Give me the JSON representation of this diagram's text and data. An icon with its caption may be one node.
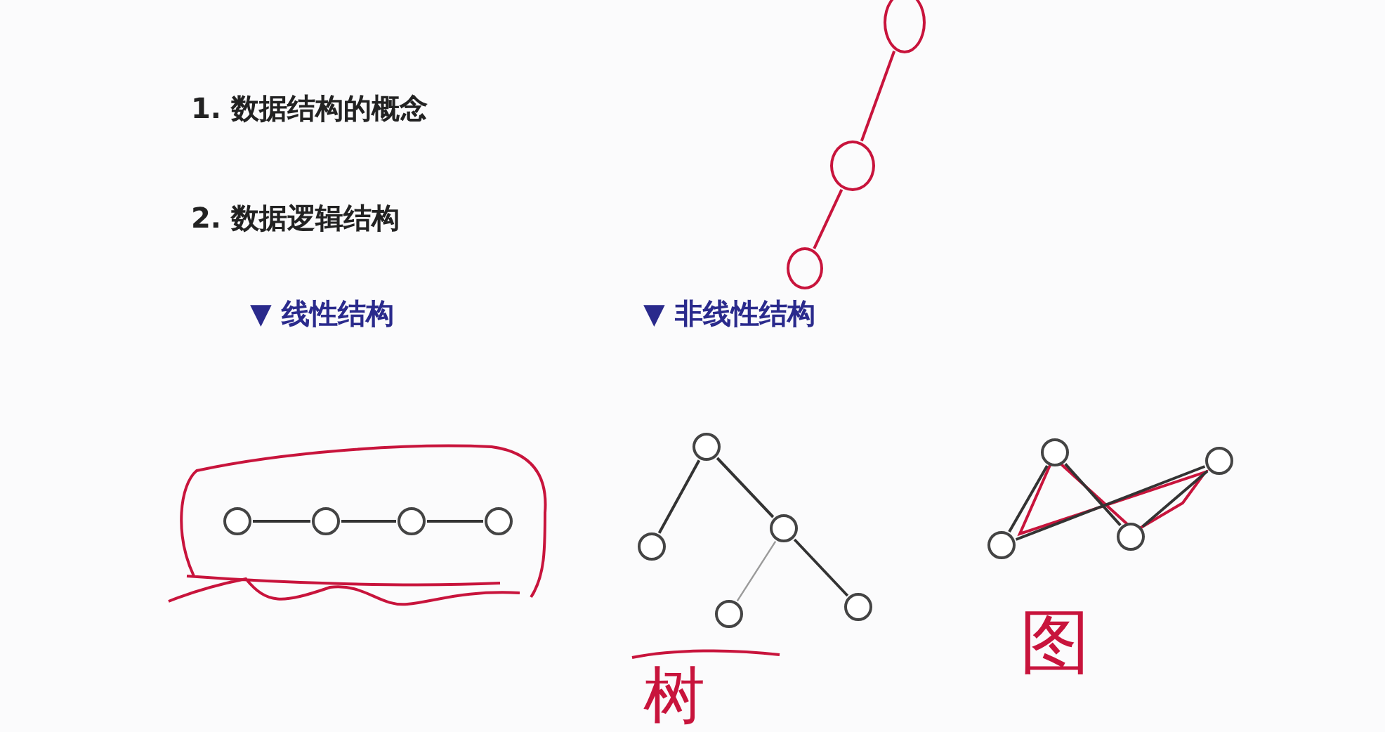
{
  "diagram": {
    "nodes": [
      {
        "text": [],
        "shape": "circle"
      },
      {
        "text": [],
        "shape": "circle"
      },
      {
        "text": [],
        "shape": "circle"
      },
      {
        "text": [],
        "shape": "circle"
      },
      {
        "text": [],
        "shape": "circle"
      },
      {
        "text": [],
        "shape": "circle"
      },
      {
        "text": [],
        "shape": "circle"
      },
      {
        "text": [],
        "shape": "circle"
      },
      {
        "text": [],
        "shape": "circle"
      },
      {
        "text": [],
        "shape": "circle"
      },
      {
        "text": [],
        "shape": "circle"
      },
      {
        "text": [],
        "shape": "circle"
      },
      {
        "text": [],
        "shape": "circle"
      },
      {
        "text": [],
        "shape": "circle"
      },
      {
        "text": [],
        "shape": "circle"
      },
      {
        "text": [],
        "shape": "circle"
      }
    ],
    "edges": [
      {
        "from": 0,
        "to": 1,
        "arrow": "none"
      },
      {
        "from": 1,
        "to": 2,
        "arrow": "none"
      },
      {
        "from": 2,
        "to": 3,
        "arrow": "none"
      },
      {
        "from": 4,
        "to": 5,
        "arrow": "none"
      },
      {
        "from": 4,
        "to": 6,
        "arrow": "none"
      },
      {
        "from": 6,
        "to": 7,
        "arrow": "none",
        "color": "#9a9a9a"
      },
      {
        "from": 6,
        "to": 8,
        "arrow": "none"
      },
      {
        "from": 9,
        "to": 10,
        "arrow": "none"
      },
      {
        "from": 9,
        "to": 11,
        "arrow": "none"
      },
      {
        "from": 10,
        "to": 12,
        "arrow": "none"
      },
      {
        "from": 11,
        "to": 12,
        "arrow": "none"
      },
      {
        "from": 13,
        "to": 14,
        "arrow": "none",
        "color": "#c8143c"
      },
      {
        "from": 14,
        "to": 15,
        "arrow": "none",
        "color": "#c8143c"
      }
    ],
    "labels": [
      "1. 数据结构的概念",
      "2. 数据逻辑结构",
      "▼ 线性结构",
      "▼ 非线性结构",
      "树",
      "图"
    ]
  }
}
